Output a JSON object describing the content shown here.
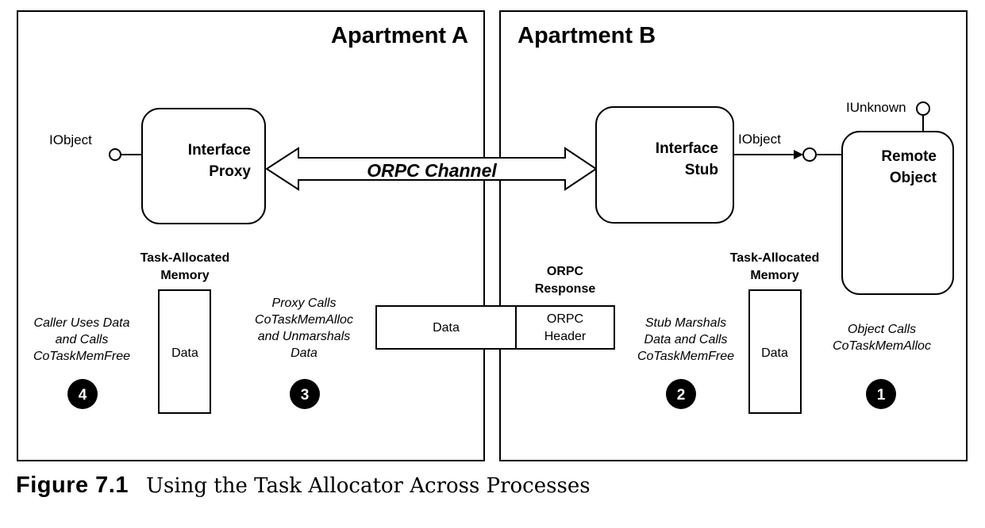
{
  "apartments": {
    "a_title": "Apartment A",
    "b_title": "Apartment B"
  },
  "proxy": {
    "line1": "Interface",
    "line2": "Proxy",
    "interface_label": "IObject"
  },
  "stub": {
    "line1": "Interface",
    "line2": "Stub",
    "interface_label": "IObject"
  },
  "remote_object": {
    "line1": "Remote",
    "line2": "Object",
    "iunknown_label": "IUnknown"
  },
  "channel": {
    "label": "ORPC Channel"
  },
  "memory_a": {
    "title_line1": "Task-Allocated",
    "title_line2": "Memory",
    "data_label": "Data"
  },
  "memory_b": {
    "title_line1": "Task-Allocated",
    "title_line2": "Memory",
    "data_label": "Data"
  },
  "response": {
    "title_line1": "ORPC",
    "title_line2": "Response",
    "data_label": "Data",
    "header_line1": "ORPC",
    "header_line2": "Header"
  },
  "steps": [
    {
      "number": "1",
      "lines": [
        "Object Calls",
        "CoTaskMemAlloc"
      ]
    },
    {
      "number": "2",
      "lines": [
        "Stub Marshals",
        "Data and Calls",
        "CoTaskMemFree"
      ]
    },
    {
      "number": "3",
      "lines": [
        "Proxy Calls",
        "CoTaskMemAlloc",
        "and Unmarshals",
        "Data"
      ]
    },
    {
      "number": "4",
      "lines": [
        "Caller Uses Data",
        "and Calls",
        "CoTaskMemFree"
      ]
    }
  ],
  "caption": {
    "number": "Figure 7.1",
    "text": "Using the Task Allocator Across Processes"
  }
}
